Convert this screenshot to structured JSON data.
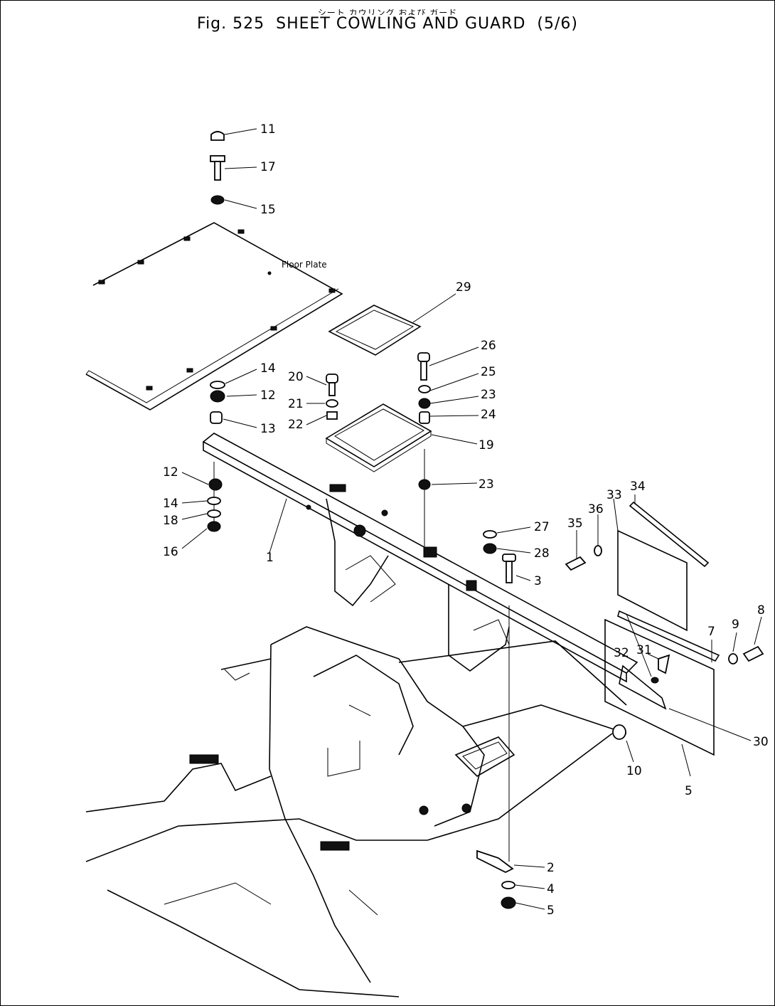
{
  "figure": {
    "japanese_title": "シート カウリング および ガード",
    "fig_label": "Fig. 525",
    "title": "SHEET COWLING AND GUARD",
    "sheet": "(5/6)"
  },
  "annotations": {
    "floor_plate": "Floor Plate"
  },
  "callouts": [
    "11",
    "17",
    "15",
    "14",
    "12",
    "13",
    "12",
    "14",
    "18",
    "16",
    "1",
    "20",
    "21",
    "22",
    "29",
    "26",
    "25",
    "23",
    "24",
    "19",
    "23",
    "27",
    "28",
    "3",
    "35",
    "36",
    "33",
    "34",
    "8",
    "9",
    "7",
    "32",
    "31",
    "30",
    "10",
    "5",
    "2",
    "4",
    "5"
  ]
}
